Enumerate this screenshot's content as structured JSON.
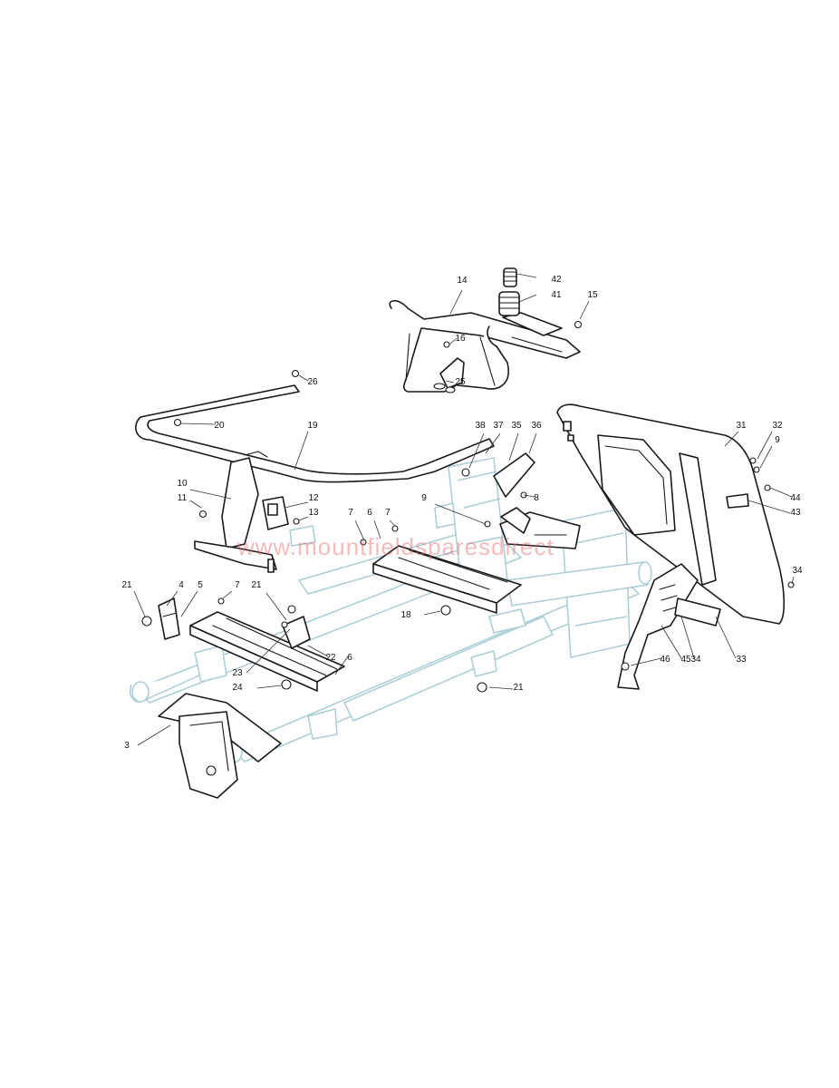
{
  "watermark": "www.mountfieldsparesdirect",
  "callouts": [
    {
      "label": "42"
    },
    {
      "label": "14"
    },
    {
      "label": "41"
    },
    {
      "label": "15"
    },
    {
      "label": "16"
    },
    {
      "label": "25"
    },
    {
      "label": "26"
    },
    {
      "label": "20"
    },
    {
      "label": "19"
    },
    {
      "label": "38"
    },
    {
      "label": "37"
    },
    {
      "label": "35"
    },
    {
      "label": "36"
    },
    {
      "label": "31"
    },
    {
      "label": "32"
    },
    {
      "label": "9"
    },
    {
      "label": "44"
    },
    {
      "label": "43"
    },
    {
      "label": "10"
    },
    {
      "label": "11"
    },
    {
      "label": "12"
    },
    {
      "label": "13"
    },
    {
      "label": "7"
    },
    {
      "label": "6"
    },
    {
      "label": "7"
    },
    {
      "label": "9"
    },
    {
      "label": "8"
    },
    {
      "label": "34"
    },
    {
      "label": "21"
    },
    {
      "label": "4"
    },
    {
      "label": "5"
    },
    {
      "label": "7"
    },
    {
      "label": "21"
    },
    {
      "label": "18"
    },
    {
      "label": "22"
    },
    {
      "label": "6"
    },
    {
      "label": "23"
    },
    {
      "label": "24"
    },
    {
      "label": "46"
    },
    {
      "label": "45"
    },
    {
      "label": "34"
    },
    {
      "label": "33"
    },
    {
      "label": "21"
    },
    {
      "label": "3"
    }
  ]
}
